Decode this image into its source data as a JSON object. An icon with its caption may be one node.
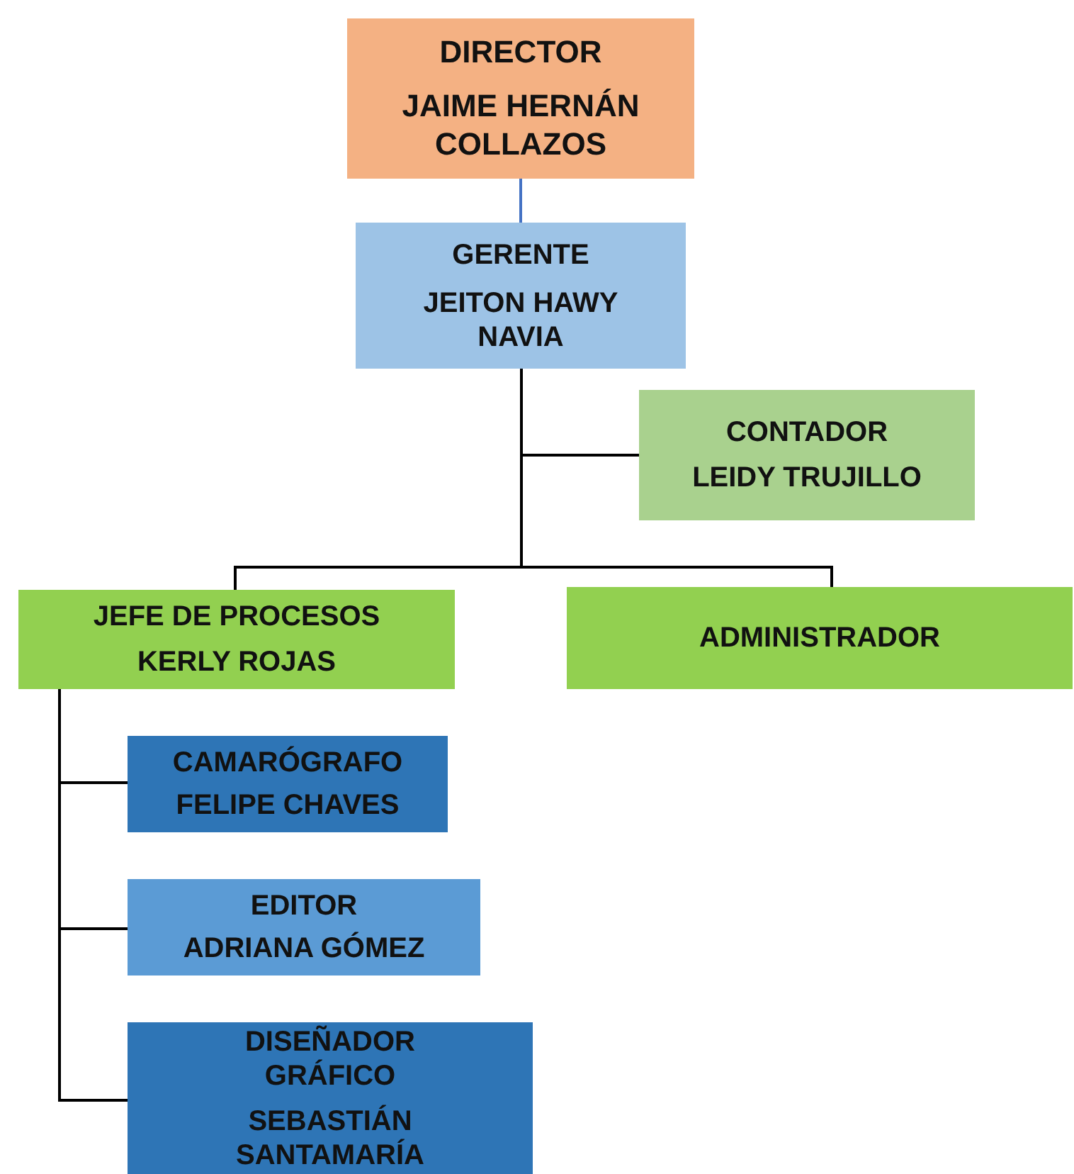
{
  "diagram": {
    "nodes": [
      {
        "text": [
          "DIRECTOR",
          "JAIME HERNÁN COLLAZOS"
        ]
      },
      {
        "text": [
          "GERENTE",
          "JEITON HAWY NAVIA"
        ]
      },
      {
        "text": [
          "CONTADOR",
          "LEIDY TRUJILLO"
        ]
      },
      {
        "text": [
          "JEFE DE PROCESOS",
          "KERLY ROJAS"
        ]
      },
      {
        "text": [
          "ADMINISTRADOR"
        ]
      },
      {
        "text": [
          "CAMARÓGRAFO",
          "FELIPE CHAVES"
        ]
      },
      {
        "text": [
          "EDITOR",
          "ADRIANA GÓMEZ"
        ]
      },
      {
        "text": [
          "DISEÑADOR GRÁFICO",
          "SEBASTIÁN SANTAMARÍA"
        ]
      }
    ],
    "edges": [
      {
        "from": 0,
        "to": 1,
        "arrow": "none",
        "color": "#4472c4"
      },
      {
        "from": 1,
        "to": 2,
        "arrow": "none"
      },
      {
        "from": 1,
        "to": 3,
        "arrow": "none"
      },
      {
        "from": 1,
        "to": 4,
        "arrow": "none"
      },
      {
        "from": 3,
        "to": 5,
        "arrow": "none"
      },
      {
        "from": 3,
        "to": 6,
        "arrow": "none"
      },
      {
        "from": 3,
        "to": 7,
        "arrow": "none"
      }
    ]
  }
}
